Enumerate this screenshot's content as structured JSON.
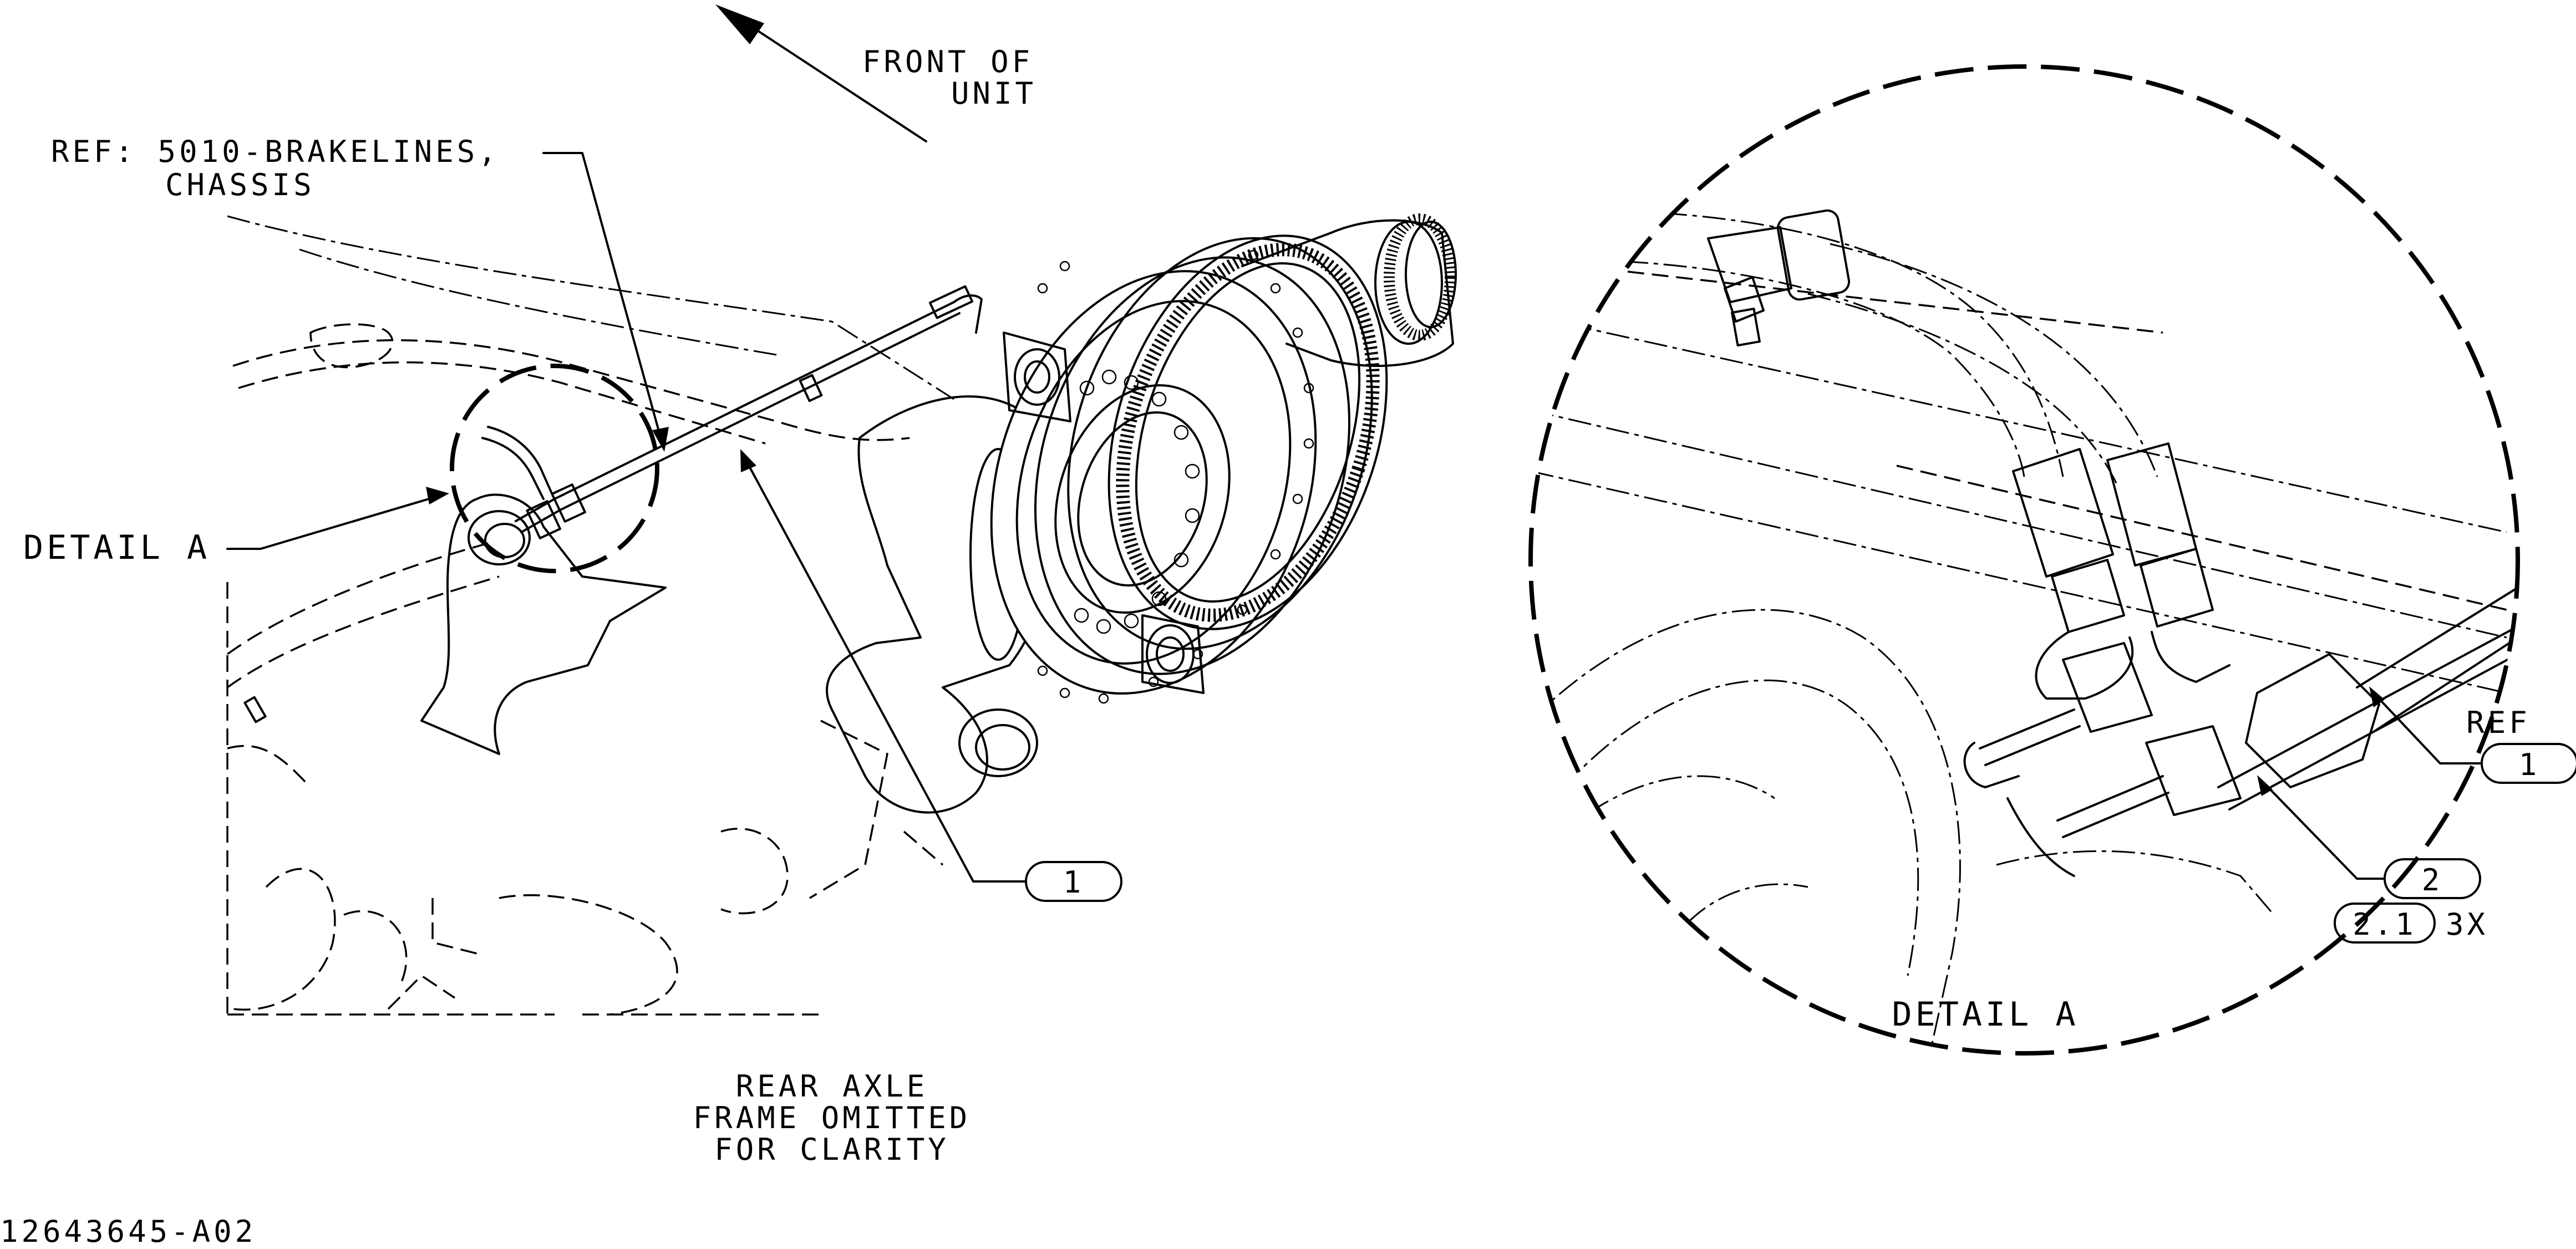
{
  "labels": {
    "front_line1": "FRONT OF",
    "front_line2": "UNIT",
    "ref_line1": "REF: 5010-BRAKELINES,",
    "ref_line2": "CHASSIS",
    "detail_a_left": "DETAIL A",
    "rear_line1": "REAR AXLE",
    "rear_line2": "FRAME OMITTED",
    "rear_line3": "FOR CLARITY",
    "detail_a_caption": "DETAIL A",
    "ref_small": "REF",
    "qty": "3X",
    "drawing_number": "12643645-A02"
  },
  "callouts": {
    "item_main": "1",
    "item_ref": "1",
    "item_2": "2",
    "item_2_1": "2.1"
  }
}
